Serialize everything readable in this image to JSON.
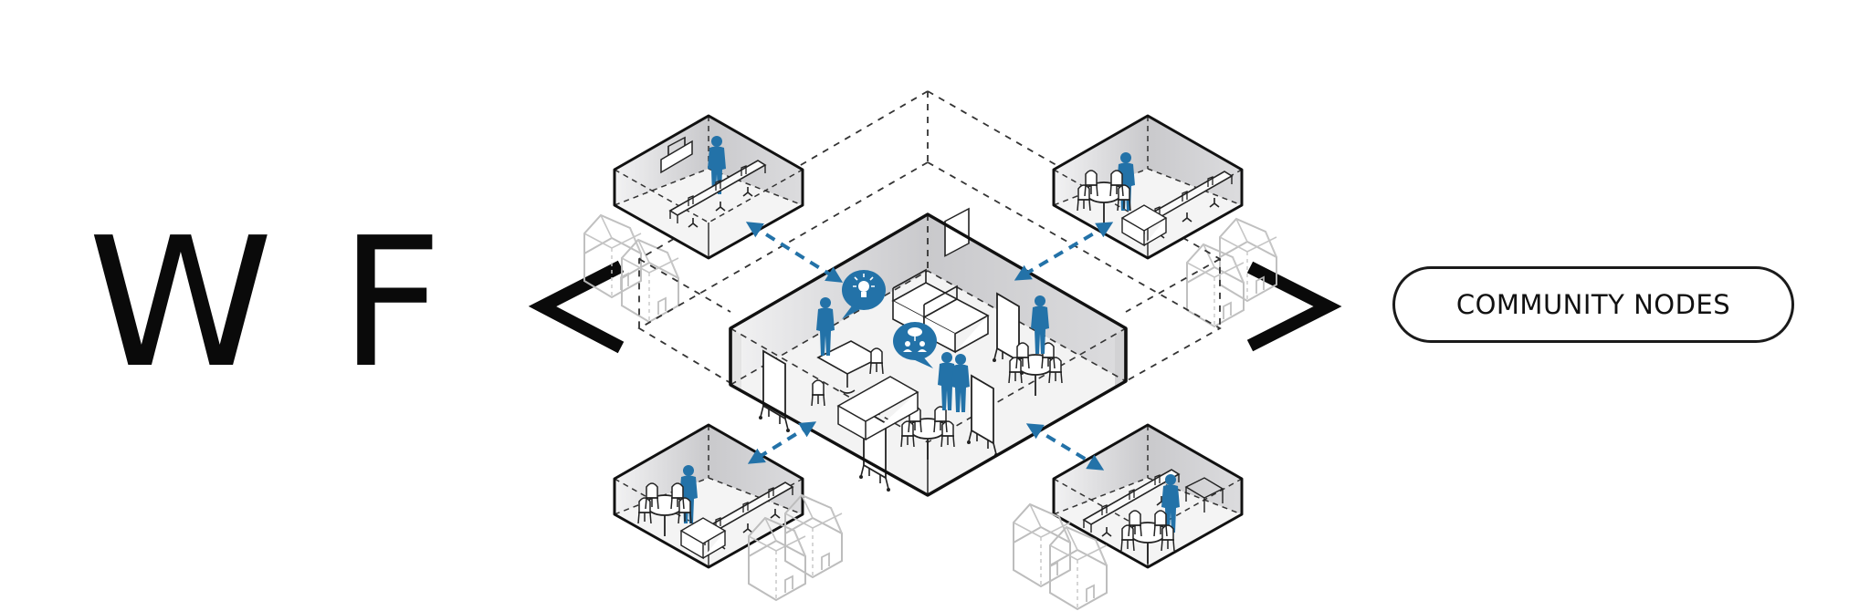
{
  "brand": {
    "letters": [
      "W",
      "F"
    ]
  },
  "diagram": {
    "title": "Community nodes isometric diagram",
    "left_bracket": "<",
    "right_bracket": ">",
    "accent_color": "#2372a8",
    "hub": {
      "label": "central-hub",
      "icons": [
        "lightbulb-idea-bubble",
        "collaboration-people-bubble"
      ],
      "people_count": 4
    },
    "nodes": [
      {
        "position": "top-left",
        "label": "node-top-left"
      },
      {
        "position": "top-right",
        "label": "node-top-right"
      },
      {
        "position": "bottom-left",
        "label": "node-bottom-left"
      },
      {
        "position": "bottom-right",
        "label": "node-bottom-right"
      }
    ],
    "connections": [
      "hub-to-top-left",
      "hub-to-top-right",
      "hub-to-bottom-left",
      "hub-to-bottom-right"
    ]
  },
  "label": {
    "text": "COMMUNITY NODES"
  },
  "colors": {
    "ink": "#111111",
    "accent": "#2372a8",
    "wall_gray": "#cfcfd1",
    "floor": "#f4f4f4",
    "house_gray": "#b8b8b8"
  }
}
